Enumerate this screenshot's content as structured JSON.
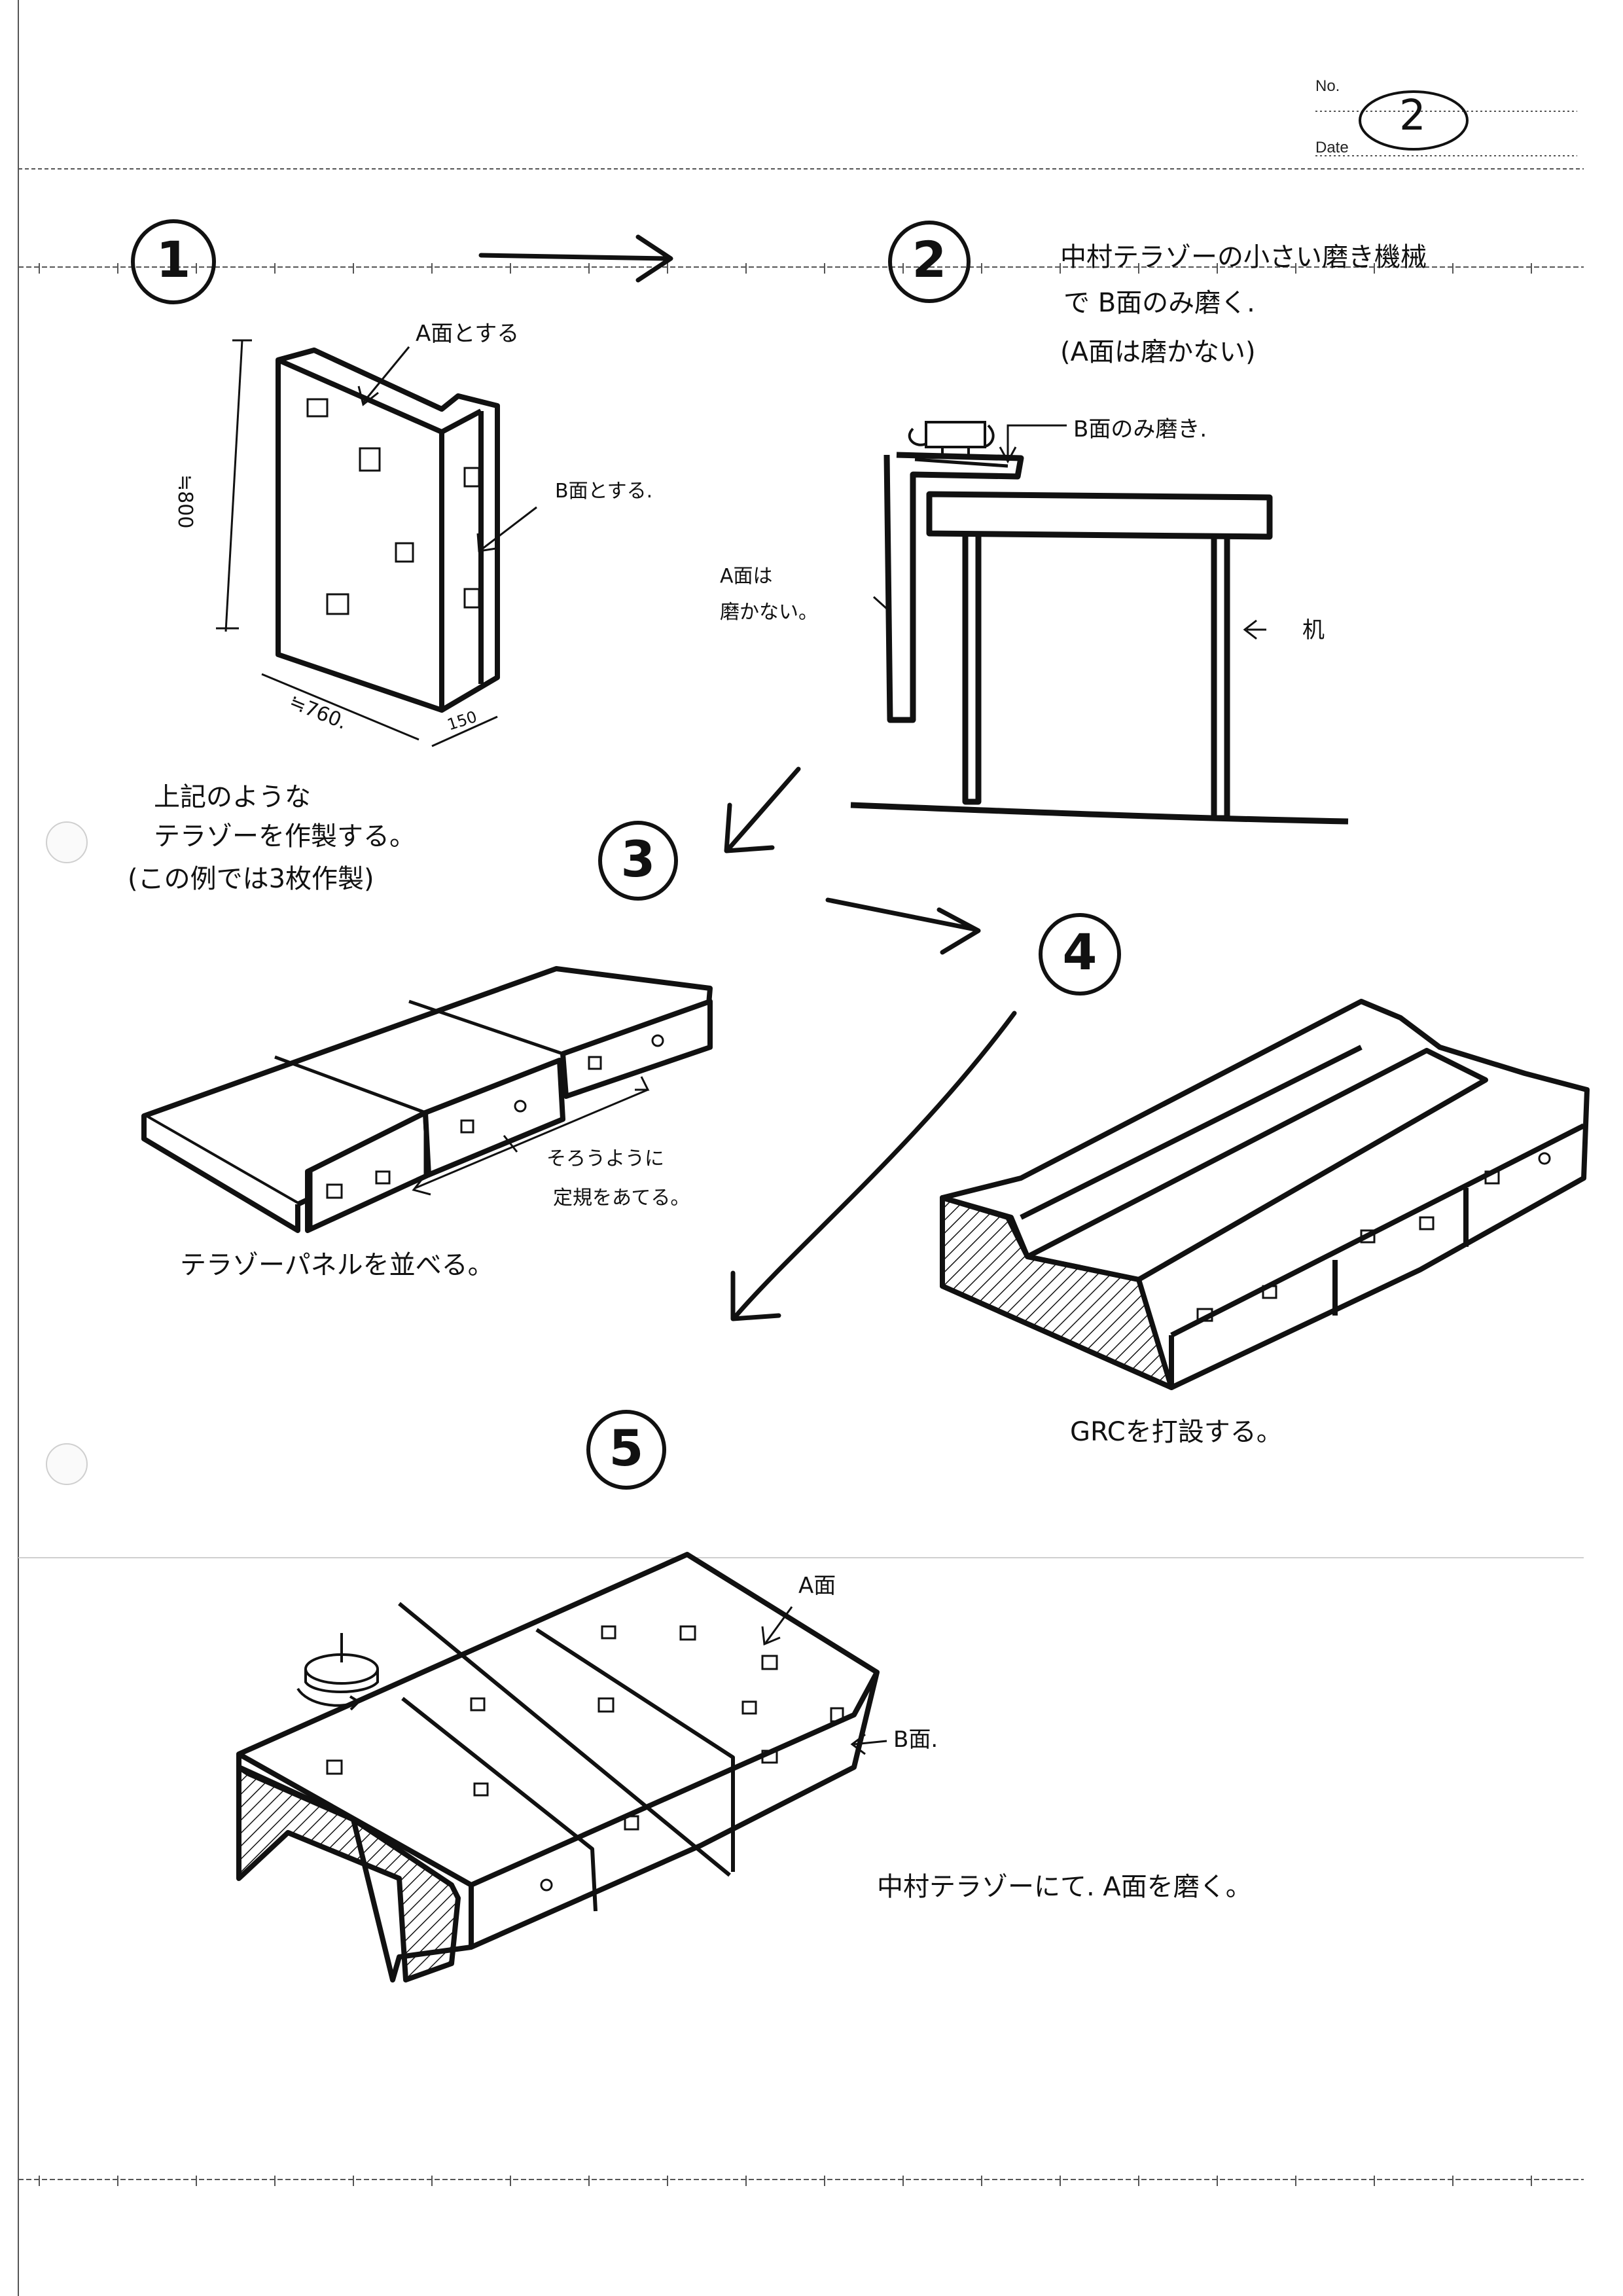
{
  "header": {
    "no_label": "No.",
    "date_label": "Date",
    "page_number": "2"
  },
  "steps": [
    {
      "number": "1"
    },
    {
      "number": "2"
    },
    {
      "number": "3"
    },
    {
      "number": "4"
    },
    {
      "number": "5"
    }
  ],
  "step1": {
    "a_face_label": "A面とする",
    "b_face_label": "B面とする.",
    "dim_height": "≒800",
    "dim_width": "≒760.",
    "dim_depth": "150",
    "note_lines": [
      "上記のような",
      "テラゾーを作製する。",
      "(この例では3枚作製)"
    ]
  },
  "step2": {
    "note_lines": [
      "中村テラゾーの小さい磨き機械",
      "で B面のみ磨く.",
      "(A面は磨かない)"
    ],
    "b_face_polish_label": "B面のみ磨き.",
    "a_face_label_lines": [
      "A面は",
      "磨かない。"
    ],
    "desk_label": "机"
  },
  "step3": {
    "align_label_lines": [
      "そろうように",
      "定規をあてる。"
    ],
    "caption": "テラゾーパネルを並べる。"
  },
  "step4": {
    "caption": "GRCを打設する。"
  },
  "step5": {
    "a_face_label": "A面",
    "b_face_label": "B面.",
    "caption": "中村テラゾーにて. A面を磨く。"
  }
}
